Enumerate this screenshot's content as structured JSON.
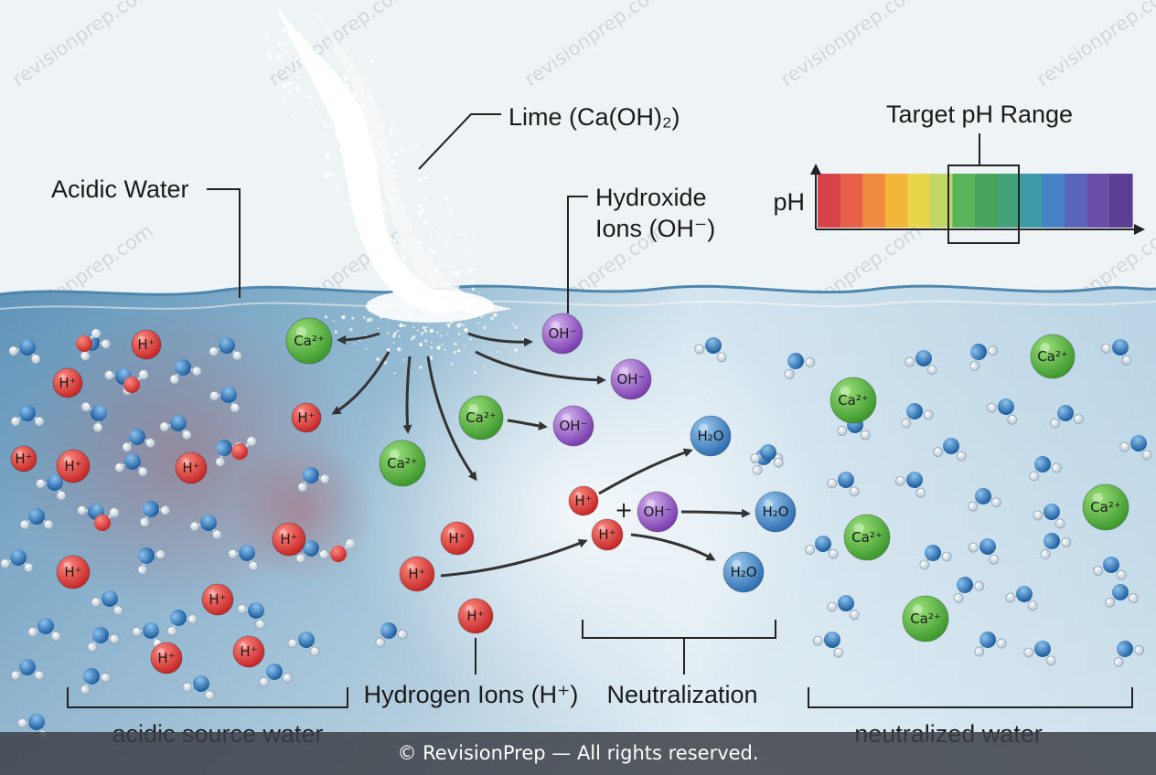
{
  "labels": {
    "lime": "Lime (Ca(OH)₂)",
    "acidic_water": "Acidic Water",
    "hydroxide": [
      "Hydroxide",
      "Ions (OH⁻)"
    ],
    "target_ph": "Target pH Range",
    "ph_axis": "pH",
    "hydrogen_ions": "Hydrogen Ions (H⁺)",
    "neutralization": "Neutralization",
    "acidic_source": "acidic source water",
    "neutralized": "neutralized water"
  },
  "ions": {
    "h": "H⁺",
    "ca": "Ca²⁺",
    "oh": "OH⁻",
    "h2o": "H₂O",
    "plus": "+"
  },
  "ph_scale_colors": [
    "#d8434a",
    "#e8604a",
    "#f08a3e",
    "#f4b63a",
    "#e9d54a",
    "#c3d864",
    "#58b35a",
    "#46a55a",
    "#43a27a",
    "#3e9aa8",
    "#4682c8",
    "#5a64b8",
    "#6a4fa8",
    "#5a3f92"
  ],
  "watermark": "revisionprep.com",
  "footer": "© RevisionPrep — All rights reserved."
}
